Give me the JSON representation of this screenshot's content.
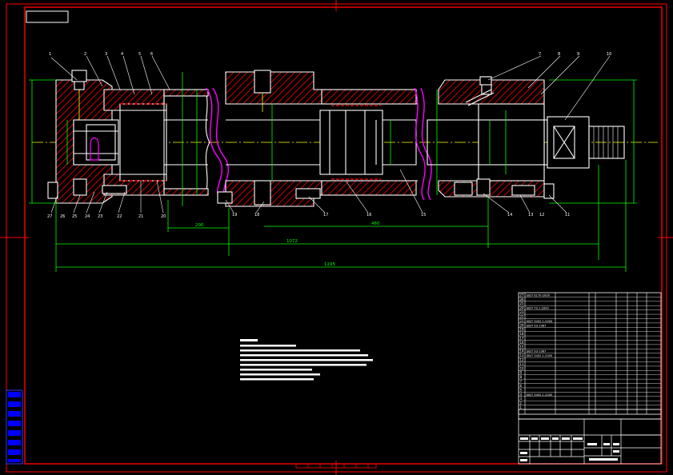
{
  "drawing": {
    "part_labels_top": [
      "1",
      "2",
      "3",
      "4",
      "5",
      "6",
      "7",
      "8",
      "9",
      "10"
    ],
    "part_labels_bottom": [
      "27",
      "26",
      "25",
      "24",
      "23",
      "22",
      "21",
      "20",
      "19",
      "18",
      "17",
      "16",
      "15",
      "14",
      "13",
      "12",
      "11"
    ],
    "dimensions": {
      "d1": "200",
      "d2": "460",
      "d3": "1072",
      "d4": "1295"
    }
  },
  "bom": {
    "rows": [
      {
        "no": "27",
        "code": "GB/T 6170-2000"
      },
      {
        "no": "26",
        "code": ""
      },
      {
        "no": "25",
        "code": ""
      },
      {
        "no": "24",
        "code": "GB/T 70.1-2000"
      },
      {
        "no": "23",
        "code": ""
      },
      {
        "no": "22",
        "code": ""
      },
      {
        "no": "21",
        "code": "GB/T 3452.1-2005"
      },
      {
        "no": "20",
        "code": "GB/T 93-1987"
      },
      {
        "no": "19",
        "code": ""
      },
      {
        "no": "18",
        "code": ""
      },
      {
        "no": "17",
        "code": ""
      },
      {
        "no": "16",
        "code": ""
      },
      {
        "no": "15",
        "code": ""
      },
      {
        "no": "14",
        "code": "GB/T 93-1987"
      },
      {
        "no": "13",
        "code": "GB/T 3452.1-2005"
      },
      {
        "no": "12",
        "code": ""
      },
      {
        "no": "11",
        "code": ""
      },
      {
        "no": "10",
        "code": ""
      },
      {
        "no": "9",
        "code": ""
      },
      {
        "no": "8",
        "code": ""
      },
      {
        "no": "7",
        "code": ""
      },
      {
        "no": "6",
        "code": ""
      },
      {
        "no": "5",
        "code": ""
      },
      {
        "no": "4",
        "code": "GB/T 3452.1-2005"
      },
      {
        "no": "3",
        "code": ""
      },
      {
        "no": "2",
        "code": ""
      },
      {
        "no": "1",
        "code": ""
      }
    ]
  },
  "colors": {
    "background": "#000000",
    "frame": "#ff0000",
    "outline": "#ffffff",
    "hatch": "#ff0000",
    "dimension": "#00ff00",
    "centerline": "#ffff00",
    "break_line": "#ff00ff",
    "side_panel": "#0000ff"
  }
}
